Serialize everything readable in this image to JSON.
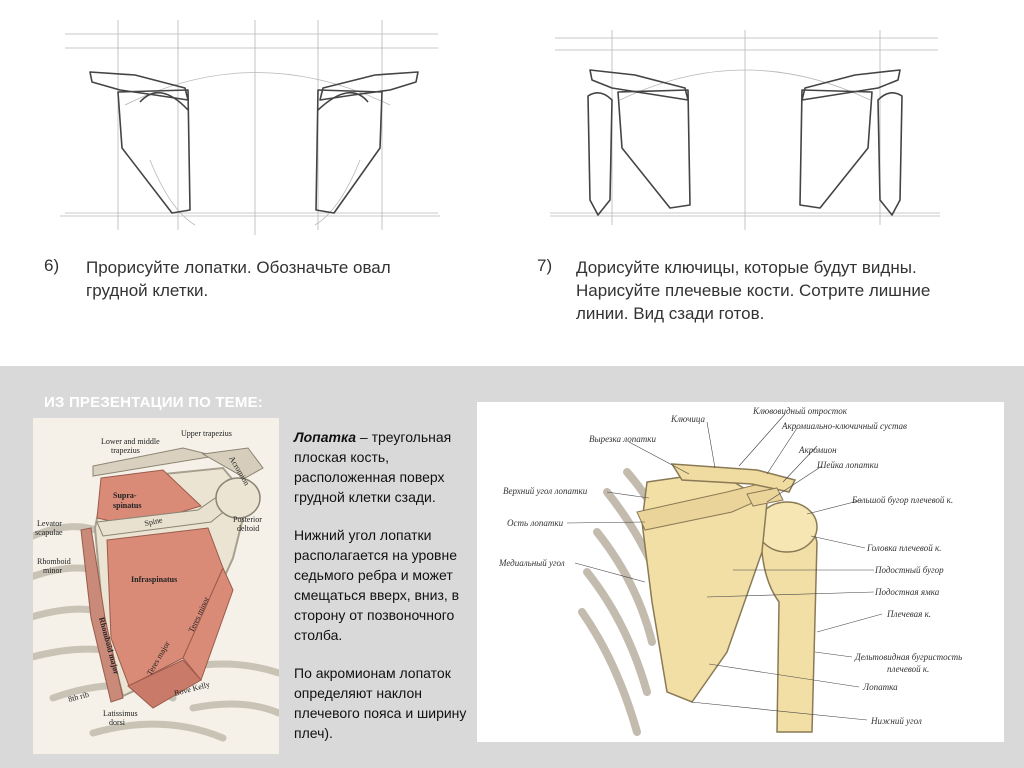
{
  "steps": [
    {
      "number": "6)",
      "lines": [
        "Прорисуйте лопатки. Обозначьте овал",
        "грудной клетки."
      ]
    },
    {
      "number": "7)",
      "lines": [
        "Дорисуйте ключицы, которые будут видны.",
        "Нарисуйте плечевые кости. Сотрите лишние",
        "линии. Вид сзади готов."
      ]
    }
  ],
  "section": {
    "title": "ИЗ ПРЕЗЕНТАЦИИ ПО ТЕМЕ:"
  },
  "description": {
    "term": "Лопатка",
    "definition": " – треугольная плоская кость, расположенная поверх грудной клетки сзади.",
    "paragraph2": "Нижний угол лопатки располагается на уровне седьмого ребра и может смещаться вверх, вниз, в сторону от позвоночного столба.",
    "paragraph3": "По акромионам лопаток определяют наклон плечевого пояса и ширину плеч)."
  },
  "left_figure_labels": {
    "upper_trapezius": "Upper trapezius",
    "lower_middle_trapezius_1": "Lower and middle",
    "lower_middle_trapezius_2": "trapezius",
    "acromion": "Acromion",
    "supraspinatus_1": "Supra-",
    "supraspinatus_2": "spinatus",
    "spine": "Spine",
    "posterior_deltoid_1": "Posterior",
    "posterior_deltoid_2": "deltoid",
    "levator_scapulae_1": "Levator",
    "levator_scapulae_2": "scapulae",
    "rhomboid_minor_1": "Rhomboid",
    "rhomboid_minor_2": "minor",
    "infraspinatus": "Infraspinatus",
    "rhomboid_major": "Rhomboid major",
    "teres_minor": "Teres minor",
    "teres_major": "Teres major",
    "rib_8": "8th rib",
    "latissimus_dorsi_1": "Latissimus",
    "latissimus_dorsi_2": "dorsi",
    "signature": "Bove Kelly"
  },
  "right_figure_labels": {
    "clavicle": "Ключица",
    "coracoid": "Клювовидный отросток",
    "ac_joint": "Акромиально-ключичный сустав",
    "notch": "Вырезка лопатки",
    "acromion": "Акромион",
    "neck": "Шейка лопатки",
    "upper_angle": "Верхний угол лопатки",
    "greater_tubercle": "Большой бугор плечевой к.",
    "spine": "Ость лопатки",
    "head": "Головка плечевой к.",
    "medial_angle": "Медиальный угол",
    "infraspinous": "Подостный бугор",
    "subspinous_fossa": "Подостная ямка",
    "humerus": "Плечевая к.",
    "deltoid_tuberosity_1": "Дельтовидная бугристость",
    "deltoid_tuberosity_2": "плечевой к.",
    "scapula": "Лопатка",
    "inferior_angle": "Нижний угол"
  },
  "colors": {
    "panel_bg": "#d9d9d9",
    "panel_title": "#ffffff",
    "muscle": "#d98b78",
    "bone": "#f2dfa6"
  }
}
